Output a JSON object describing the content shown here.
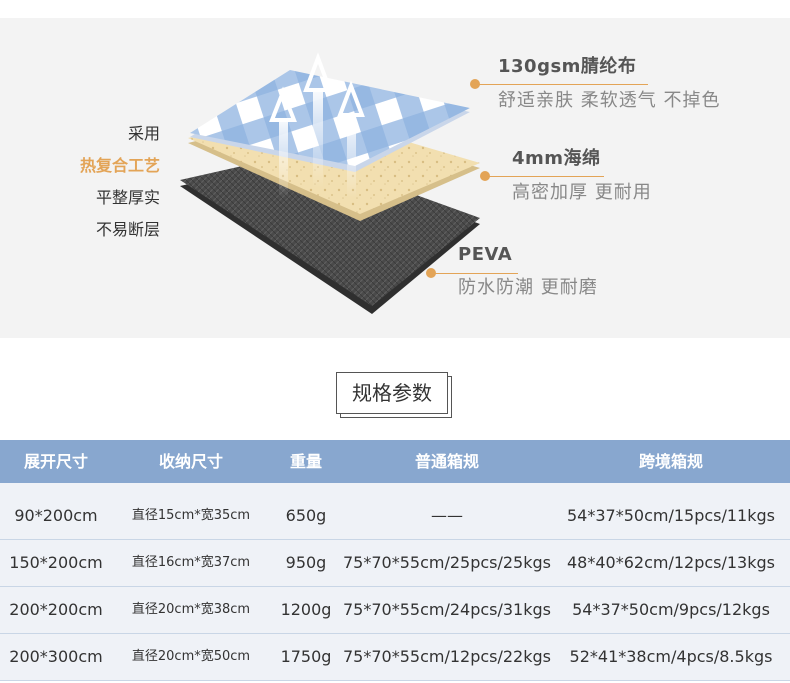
{
  "left_tags": [
    "采用",
    "热复合工艺",
    "平整厚实",
    "不易断层"
  ],
  "layers": [
    {
      "name": "130gsm腈纶布",
      "desc": "舒适亲肤  柔软透气  不掉色"
    },
    {
      "name": "4mm海绵",
      "desc": "高密加厚  更耐用"
    },
    {
      "name": "PEVA",
      "desc": "防水防潮  更耐磨"
    }
  ],
  "section_title": "规格参数",
  "table": {
    "headers": [
      "展开尺寸",
      "收纳尺寸",
      "重量",
      "普通箱规",
      "跨境箱规"
    ],
    "rows": [
      [
        "90*200cm",
        "直径15cm*宽35cm",
        "650g",
        "——",
        "54*37*50cm/15pcs/11kgs"
      ],
      [
        "150*200cm",
        "直径16cm*宽37cm",
        "950g",
        "75*70*55cm/25pcs/25kgs",
        "48*40*62cm/12pcs/13kgs"
      ],
      [
        "200*200cm",
        "直径20cm*宽38cm",
        "1200g",
        "75*70*55cm/24pcs/31kgs",
        "54*37*50cm/9pcs/12kgs"
      ],
      [
        "200*300cm",
        "直径20cm*宽50cm",
        "1750g",
        "75*70*55cm/12pcs/22kgs",
        "52*41*38cm/4pcs/8.5kgs"
      ]
    ]
  },
  "colors": {
    "accent": "#e3a457",
    "header_bg": "#88a7cf",
    "row_bg": "#eff2f7"
  },
  "icons": [
    "up-arrow-icon"
  ]
}
